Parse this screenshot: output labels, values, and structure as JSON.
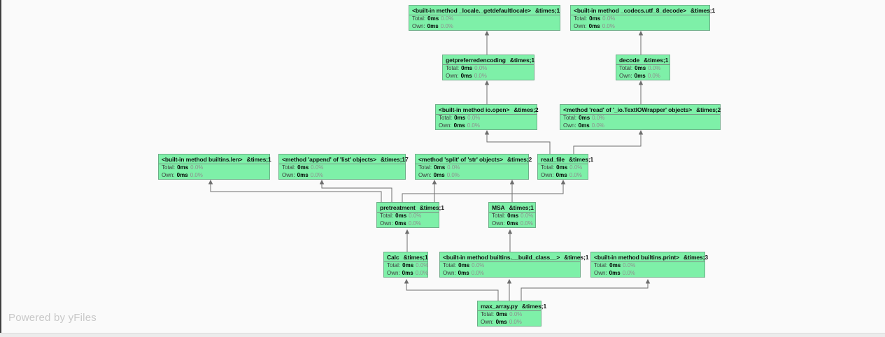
{
  "canvas": {
    "powered_by": "Powered by yFiles"
  },
  "colors": {
    "node_fill": "#7ef0a8",
    "node_border": "#6fae89",
    "edge": "#6e6e6e",
    "powered_by_text": "#c8c8c8",
    "background": "#fafafa"
  },
  "nodes": [
    {
      "title": "<built-in method _locale._getdefaultlocale>",
      "count": "&times;1",
      "total_label": "Total:",
      "total_value": "0ms",
      "total_pct": "0.0%",
      "own_label": "Own:",
      "own_value": "0ms",
      "own_pct": "0.0%"
    },
    {
      "title": "<built-in method _codecs.utf_8_decode>",
      "count": "&times;1",
      "total_label": "Total:",
      "total_value": "0ms",
      "total_pct": "0.0%",
      "own_label": "Own:",
      "own_value": "0ms",
      "own_pct": "0.0%"
    },
    {
      "title": "getpreferredencoding",
      "count": "&times;1",
      "total_label": "Total:",
      "total_value": "0ms",
      "total_pct": "0.0%",
      "own_label": "Own:",
      "own_value": "0ms",
      "own_pct": "0.0%"
    },
    {
      "title": "decode",
      "count": "&times;1",
      "total_label": "Total:",
      "total_value": "0ms",
      "total_pct": "0.0%",
      "own_label": "Own:",
      "own_value": "0ms",
      "own_pct": "0.0%"
    },
    {
      "title": "<built-in method io.open>",
      "count": "&times;2",
      "total_label": "Total:",
      "total_value": "0ms",
      "total_pct": "0.0%",
      "own_label": "Own:",
      "own_value": "0ms",
      "own_pct": "0.0%"
    },
    {
      "title": "<method 'read' of '_io.TextIOWrapper' objects>",
      "count": "&times;2",
      "total_label": "Total:",
      "total_value": "0ms",
      "total_pct": "0.0%",
      "own_label": "Own:",
      "own_value": "0ms",
      "own_pct": "0.0%"
    },
    {
      "title": "<built-in method builtins.len>",
      "count": "&times;1",
      "total_label": "Total:",
      "total_value": "0ms",
      "total_pct": "0.0%",
      "own_label": "Own:",
      "own_value": "0ms",
      "own_pct": "0.0%"
    },
    {
      "title": "<method 'append' of 'list' objects>",
      "count": "&times;17",
      "total_label": "Total:",
      "total_value": "0ms",
      "total_pct": "0.0%",
      "own_label": "Own:",
      "own_value": "0ms",
      "own_pct": "0.0%"
    },
    {
      "title": "<method 'split' of 'str' objects>",
      "count": "&times;2",
      "total_label": "Total:",
      "total_value": "0ms",
      "total_pct": "0.0%",
      "own_label": "Own:",
      "own_value": "0ms",
      "own_pct": "0.0%"
    },
    {
      "title": "read_file",
      "count": "&times;1",
      "total_label": "Total:",
      "total_value": "0ms",
      "total_pct": "0.0%",
      "own_label": "Own:",
      "own_value": "0ms",
      "own_pct": "0.0%"
    },
    {
      "title": "pretreatment",
      "count": "&times;1",
      "total_label": "Total:",
      "total_value": "0ms",
      "total_pct": "0.0%",
      "own_label": "Own:",
      "own_value": "0ms",
      "own_pct": "0.0%"
    },
    {
      "title": "MSA",
      "count": "&times;1",
      "total_label": "Total:",
      "total_value": "0ms",
      "total_pct": "0.0%",
      "own_label": "Own:",
      "own_value": "0ms",
      "own_pct": "0.0%"
    },
    {
      "title": "Calc",
      "count": "&times;1",
      "total_label": "Total:",
      "total_value": "0ms",
      "total_pct": "0.0%",
      "own_label": "Own:",
      "own_value": "0ms",
      "own_pct": "0.0%"
    },
    {
      "title": "<built-in method builtins.__build_class__>",
      "count": "&times;1",
      "total_label": "Total:",
      "total_value": "0ms",
      "total_pct": "0.0%",
      "own_label": "Own:",
      "own_value": "0ms",
      "own_pct": "0.0%"
    },
    {
      "title": "<built-in method builtins.print>",
      "count": "&times;3",
      "total_label": "Total:",
      "total_value": "0ms",
      "total_pct": "0.0%",
      "own_label": "Own:",
      "own_value": "0ms",
      "own_pct": "0.0%"
    },
    {
      "title": "max_array.py",
      "count": "&times;1",
      "total_label": "Total:",
      "total_value": "0ms",
      "total_pct": "0.0%",
      "own_label": "Own:",
      "own_value": "0ms",
      "own_pct": "0.0%"
    }
  ]
}
